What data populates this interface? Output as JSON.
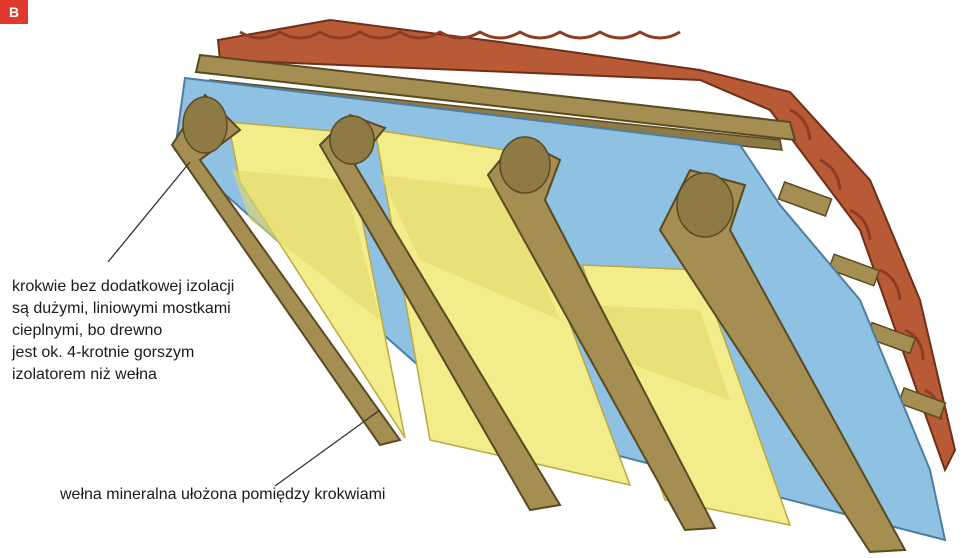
{
  "badge": "B",
  "callouts": {
    "rafters_note": [
      "krokwie bez dodatkowej izolacji",
      "są dużymi, liniowymi mostkami",
      "cieplnymi, bo drewno",
      "jest ok. 4-krotnie gorszym",
      "izolatorem niż wełna"
    ],
    "wool_note": "wełna mineralna ułożona pomiędzy krokwiami"
  },
  "colors": {
    "tile": "#b85a35",
    "tile_dark": "#8e3d22",
    "membrane": "#8fc1e3",
    "wool": "#f2ec8a",
    "wool_shade": "#e2d96a",
    "timber": "#a48e52",
    "timber_dark": "#7a6838",
    "badge": "#e03a2f"
  }
}
